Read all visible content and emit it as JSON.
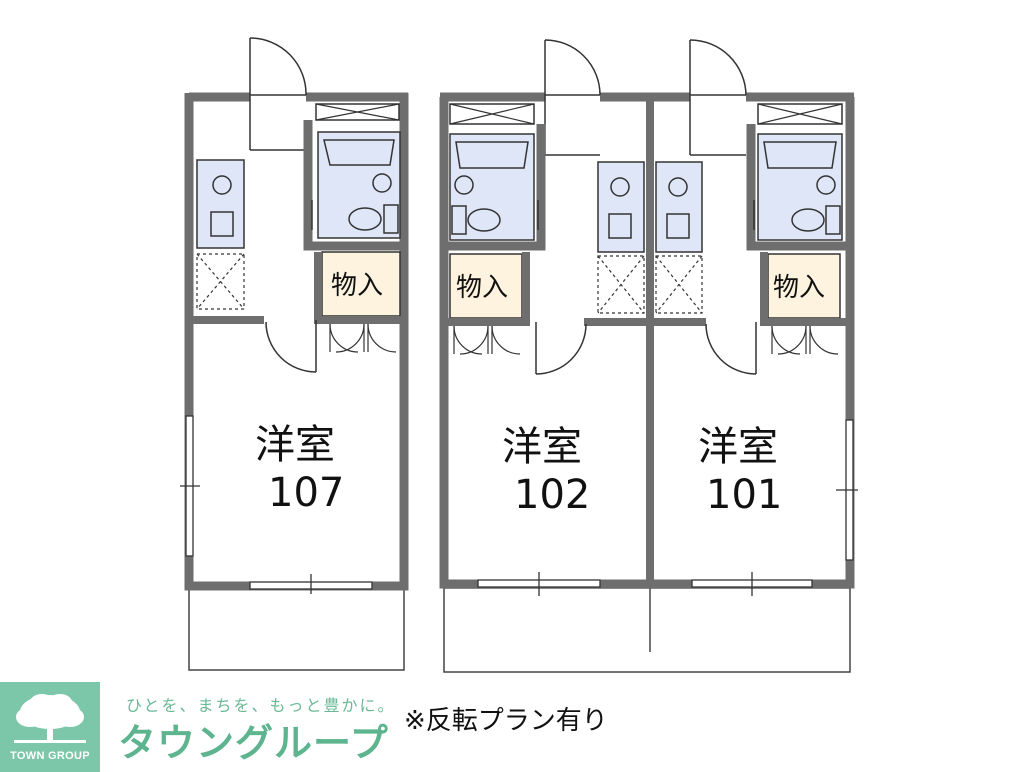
{
  "rooms": [
    {
      "type_label": "洋室",
      "number": "107"
    },
    {
      "type_label": "洋室",
      "number": "102"
    },
    {
      "type_label": "洋室",
      "number": "101"
    }
  ],
  "storage_label": "物入",
  "footer": {
    "logo_caption": "TOWN GROUP",
    "tagline": "ひとを、まちを、もっと豊かに。",
    "brand_name": "タウングループ",
    "note": "※反転プラン有り"
  },
  "colors": {
    "wall": "#6e6e6e",
    "fixture_fill": "#dfe6f7",
    "storage_fill": "#fdf3df",
    "brand_green": "#7cc7a9"
  }
}
